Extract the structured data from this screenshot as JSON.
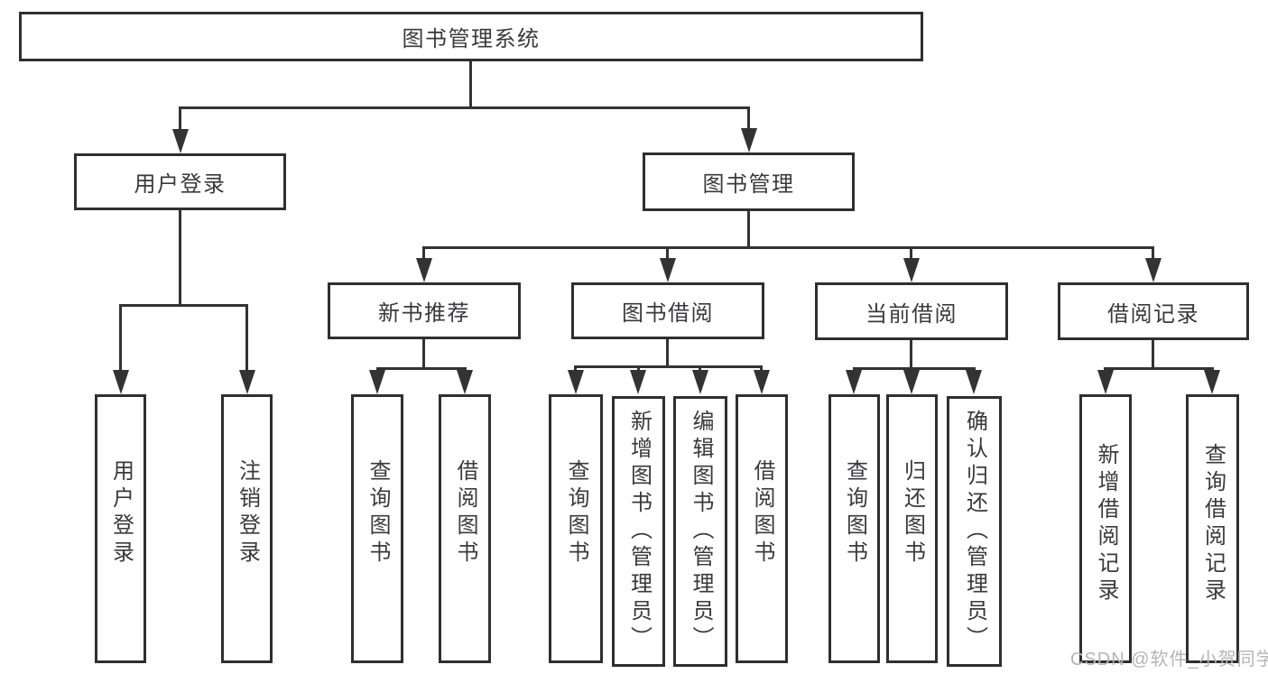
{
  "tree": {
    "root": {
      "label": "图书管理系统",
      "children": [
        {
          "label": "用户登录",
          "children": [
            {
              "label": "用户登录"
            },
            {
              "label": "注销登录"
            }
          ]
        },
        {
          "label": "图书管理",
          "children": [
            {
              "label": "新书推荐",
              "children": [
                {
                  "label": "查询图书"
                },
                {
                  "label": "借阅图书"
                }
              ]
            },
            {
              "label": "图书借阅",
              "children": [
                {
                  "label": "查询图书"
                },
                {
                  "label": "新增图书（管理员）"
                },
                {
                  "label": "编辑图书（管理员）"
                },
                {
                  "label": "借阅图书"
                }
              ]
            },
            {
              "label": "当前借阅",
              "children": [
                {
                  "label": "查询图书"
                },
                {
                  "label": "归还图书"
                },
                {
                  "label": "确认归还（管理员）"
                }
              ]
            },
            {
              "label": "借阅记录",
              "children": [
                {
                  "label": "新增借阅记录"
                },
                {
                  "label": "查询借阅记录"
                }
              ]
            }
          ]
        }
      ]
    }
  },
  "watermark": {
    "text": "CSDN @软件_小贺同学"
  },
  "colors": {
    "line": "#333333",
    "box_border": "#2f2f2f",
    "text": "#3a3a3c",
    "watermark": "#b5b5b5",
    "background": "#ffffff"
  }
}
